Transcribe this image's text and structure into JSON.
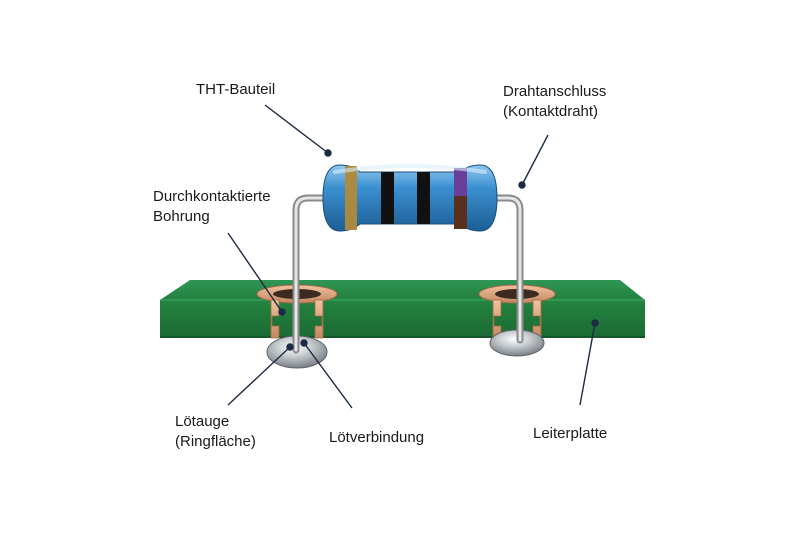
{
  "labels": {
    "tht_bauteil": [
      "THT-Bauteil"
    ],
    "drahtanschluss": [
      "Drahtanschluss",
      "(Kontaktdraht)"
    ],
    "bohrung": [
      "Durchkontaktierte",
      "Bohrung"
    ],
    "loetauge": [
      "Lötauge",
      "(Ringfläche)"
    ],
    "loetverbindung": [
      "Lötverbindung"
    ],
    "leiterplatte": [
      "Leiterplatte"
    ]
  },
  "colors": {
    "pcb_top": "#2d8f4e",
    "pcb_front": "#1f7a3e",
    "copper": "#d9a07a",
    "resistor_body": "#3a8fd0",
    "band_gold": "#b08a3a",
    "band_black": "#111111",
    "band_violet": "#6a3f9a",
    "band_brown": "#5a2f1e",
    "wire": "#b8b8b8",
    "solder": "#cfd3d6",
    "leader": "#1c2a44"
  }
}
